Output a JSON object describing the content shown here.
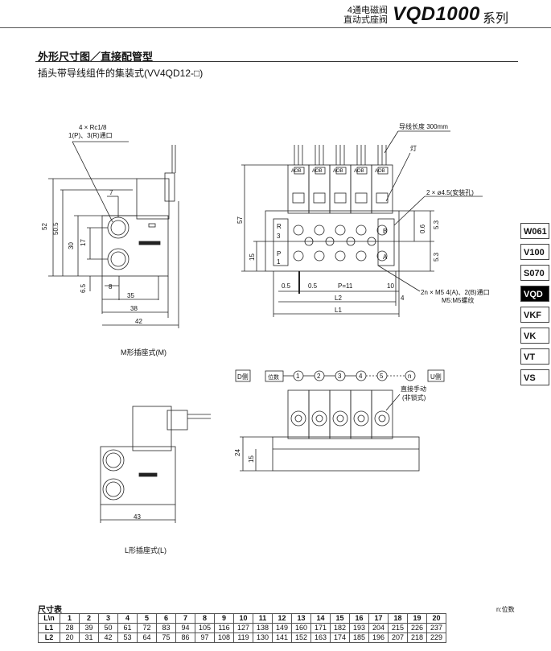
{
  "header": {
    "small_line1": "4通电磁阀",
    "small_line2": "直动式座阀",
    "model": "VQD1000",
    "series": "系列"
  },
  "section_title": "外形尺寸图／直接配管型",
  "subsection_title": "插头带导线组件的集装式(VV4QD12-□)",
  "side_tabs": [
    "W061",
    "V100",
    "S070",
    "VQD",
    "VKF",
    "VK",
    "VT",
    "VS"
  ],
  "diagram_m": {
    "port_note_1": "4 × Rc1/8",
    "port_note_2": "1(P)、3(R)通口",
    "d7": "7",
    "d52": "52",
    "d50_5": "50.5",
    "d30": "30",
    "d17": "17",
    "d8": "8",
    "d6_5": "6.5",
    "d35": "35",
    "d38": "38",
    "d42": "42",
    "caption": "M形插座式(M)"
  },
  "diagram_front": {
    "lead_note": "导线长度 300mm",
    "lamp_note": "灯",
    "mount_note": "2 × ø4.5(安装孔)",
    "d57": "57",
    "d15": "15",
    "d0_6": "0.6",
    "d5_3a": "5.3",
    "d5_3b": "5.3",
    "d0_5a": "0.5",
    "d0_5b": "0.5",
    "pitch": "P=11",
    "d10": "10",
    "d4": "4",
    "l2": "L2",
    "l1": "L1",
    "port_r": "R",
    "port_3": "3",
    "port_p": "P",
    "port_1": "1",
    "port_a": "A",
    "port_b": "B",
    "m5_note_1": "2n × M5  4(A)、2(B)通口",
    "m5_note_2": "M5:M5螺纹",
    "connector_label": "AOB"
  },
  "diagram_l": {
    "d43": "43",
    "caption": "L形插座式(L)"
  },
  "diagram_bottom": {
    "d_side": "D侧",
    "u_side": "U侧",
    "station_label": "位数",
    "stations": [
      "1",
      "2",
      "3",
      "4",
      "5",
      "n"
    ],
    "manual_note_1": "直接手动",
    "manual_note_2": "(非锁式)",
    "d24": "24",
    "d15": "15"
  },
  "table": {
    "title": "尺寸表",
    "note": "n:位数",
    "corner_top": "n",
    "corner_bottom": "L",
    "cols": [
      "1",
      "2",
      "3",
      "4",
      "5",
      "6",
      "7",
      "8",
      "9",
      "10",
      "11",
      "12",
      "13",
      "14",
      "15",
      "16",
      "17",
      "18",
      "19",
      "20"
    ],
    "rows": [
      {
        "label": "L1",
        "values": [
          "28",
          "39",
          "50",
          "61",
          "72",
          "83",
          "94",
          "105",
          "116",
          "127",
          "138",
          "149",
          "160",
          "171",
          "182",
          "193",
          "204",
          "215",
          "226",
          "237"
        ]
      },
      {
        "label": "L2",
        "values": [
          "20",
          "31",
          "42",
          "53",
          "64",
          "75",
          "86",
          "97",
          "108",
          "119",
          "130",
          "141",
          "152",
          "163",
          "174",
          "185",
          "196",
          "207",
          "218",
          "229"
        ]
      }
    ]
  }
}
